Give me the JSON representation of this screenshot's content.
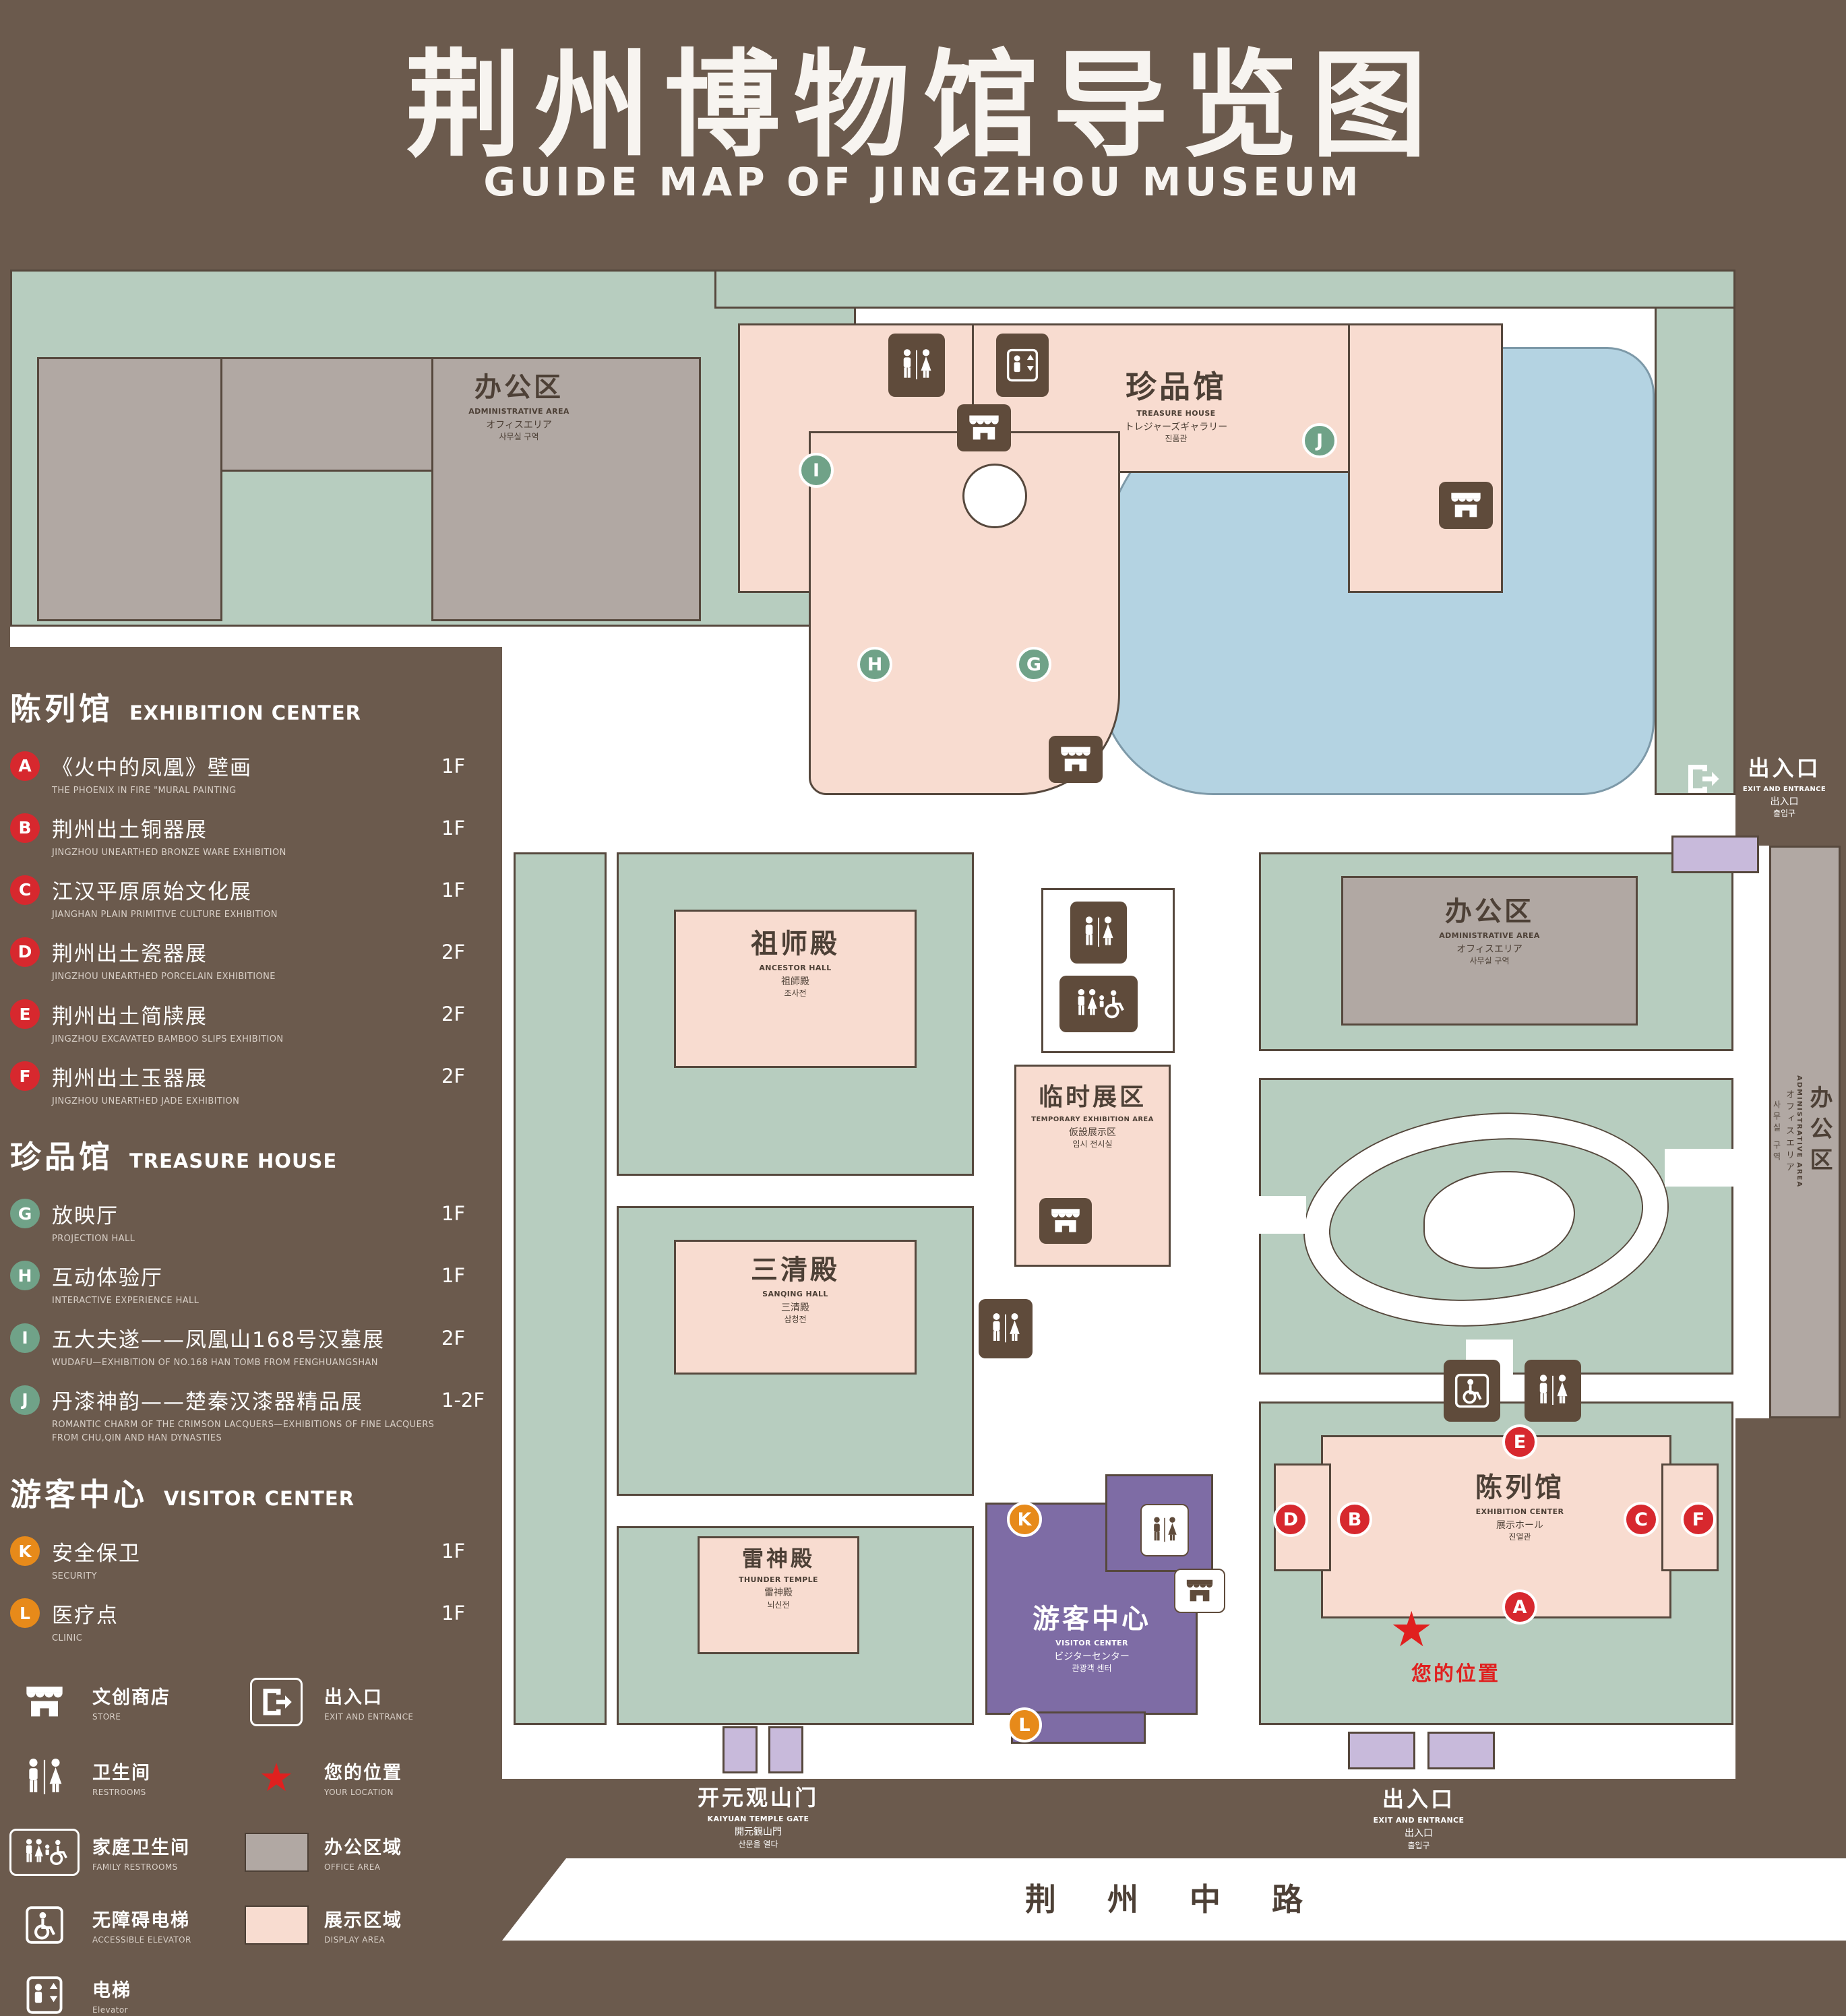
{
  "header": {
    "title_cn": "荆州博物馆导览图",
    "title_en": "GUIDE MAP OF JINGZHOU MUSEUM"
  },
  "sidebar": {
    "sections": [
      {
        "cn": "陈列馆",
        "en": "EXHIBITION CENTER",
        "marker_color": "#d7282e",
        "items": [
          {
            "letter": "A",
            "cn": "《火中的凤凰》壁画",
            "en": "THE PHOENIX IN FIRE \"MURAL PAINTING",
            "floor": "1F"
          },
          {
            "letter": "B",
            "cn": "荆州出土铜器展",
            "en": "JINGZHOU UNEARTHED BRONZE WARE EXHIBITION",
            "floor": "1F"
          },
          {
            "letter": "C",
            "cn": "江汉平原原始文化展",
            "en": "JIANGHAN PLAIN PRIMITIVE CULTURE EXHIBITION",
            "floor": "1F"
          },
          {
            "letter": "D",
            "cn": "荆州出土瓷器展",
            "en": "JINGZHOU UNEARTHED PORCELAIN EXHIBITIONE",
            "floor": "2F"
          },
          {
            "letter": "E",
            "cn": "荆州出土简牍展",
            "en": "JINGZHOU EXCAVATED BAMBOO SLIPS EXHIBITION",
            "floor": "2F"
          },
          {
            "letter": "F",
            "cn": "荆州出土玉器展",
            "en": "JINGZHOU UNEARTHED JADE EXHIBITION",
            "floor": "2F"
          }
        ]
      },
      {
        "cn": "珍品馆",
        "en": "TREASURE HOUSE",
        "marker_color": "#70a288",
        "items": [
          {
            "letter": "G",
            "cn": "放映厅",
            "en": "PROJECTION HALL",
            "floor": "1F"
          },
          {
            "letter": "H",
            "cn": "互动体验厅",
            "en": "INTERACTIVE EXPERIENCE HALL",
            "floor": "1F"
          },
          {
            "letter": "I",
            "cn": "五大夫遂——凤凰山168号汉墓展",
            "en": "WUDAFU—EXHIBITION OF NO.168 HAN TOMB FROM FENGHUANGSHAN",
            "floor": "2F"
          },
          {
            "letter": "J",
            "cn": "丹漆神韵——楚秦汉漆器精品展",
            "en": "ROMANTIC CHARM OF THE CRIMSON LACQUERS—EXHIBITIONS OF FINE LACQUERS FROM CHU,QIN AND HAN DYNASTIES",
            "floor": "1-2F"
          }
        ]
      },
      {
        "cn": "游客中心",
        "en": "VISITOR CENTER",
        "marker_color": "#e78a1a",
        "items": [
          {
            "letter": "K",
            "cn": "安全保卫",
            "en": "SECURITY",
            "floor": "1F"
          },
          {
            "letter": "L",
            "cn": "医疗点",
            "en": "CLINIC",
            "floor": "1F"
          }
        ]
      }
    ],
    "legend": [
      {
        "icon": "store-icon",
        "cn": "文创商店",
        "en": "STORE"
      },
      {
        "icon": "exit-icon",
        "cn": "出入口",
        "en": "EXIT AND ENTRANCE"
      },
      {
        "icon": "restroom-icon",
        "cn": "卫生间",
        "en": "RESTROOMS"
      },
      {
        "icon": "location-star-icon",
        "cn": "您的位置",
        "en": "YOUR LOCATION"
      },
      {
        "icon": "family-restroom-icon",
        "cn": "家庭卫生间",
        "en": "FAMILY RESTROOMS"
      },
      {
        "icon": "office-area-swatch",
        "cn": "办公区域",
        "en": "OFFICE AREA"
      },
      {
        "icon": "accessible-elevator-icon",
        "cn": "无障碍电梯",
        "en": "ACCESSIBLE ELEVATOR"
      },
      {
        "icon": "display-area-swatch",
        "cn": "展示区域",
        "en": "DISPLAY AREA"
      },
      {
        "icon": "elevator-icon",
        "cn": "电梯",
        "en": "Elevator"
      }
    ]
  },
  "map": {
    "labels": {
      "admin_left": {
        "cn": "办公区",
        "en": "ADMINISTRATIVE AREA",
        "jp": "オフィスエリア",
        "kr": "사무실 구역"
      },
      "treasure": {
        "cn": "珍品馆",
        "en": "TREASURE HOUSE",
        "jp": "トレジャーズギャラリー",
        "kr": "진품관"
      },
      "exit_right": {
        "cn": "出入口",
        "en": "EXIT AND ENTRANCE",
        "jp": "出入口",
        "kr": "출입구"
      },
      "admin_right": {
        "cn": "办公区",
        "en": "ADMINISTRATIVE AREA",
        "jp": "オフィスエリア",
        "kr": "사무실 구역"
      },
      "admin_far_right": {
        "cn": "办公区",
        "en": "ADMINISTRATIVE AREA",
        "jp": "オフィスエリア",
        "kr": "사무실 구역"
      },
      "ancestor": {
        "cn": "祖师殿",
        "en": "ANCESTOR HALL",
        "jp": "祖師殿",
        "kr": "조사전"
      },
      "temporary": {
        "cn": "临时展区",
        "en": "TEMPORARY EXHIBITION AREA",
        "jp": "仮設展示区",
        "kr": "임시 전시실"
      },
      "sanqing": {
        "cn": "三清殿",
        "en": "SANQING HALL",
        "jp": "三清殿",
        "kr": "삼청전"
      },
      "thunder": {
        "cn": "雷神殿",
        "en": "THUNDER TEMPLE",
        "jp": "雷神殿",
        "kr": "뇌신전"
      },
      "visitor": {
        "cn": "游客中心",
        "en": "VISITOR CENTER",
        "jp": "ビジターセンター",
        "kr": "관광객 센터"
      },
      "exhibition": {
        "cn": "陈列馆",
        "en": "EXHIBITION CENTER",
        "jp": "展示ホール",
        "kr": "진열관"
      },
      "gate": {
        "cn": "开元观山门",
        "en": "KAIYUAN TEMPLE GATE",
        "jp": "開元観山門",
        "kr": "산문을 열다"
      },
      "exit_bottom": {
        "cn": "出入口",
        "en": "EXIT AND ENTRANCE",
        "jp": "出入口",
        "kr": "출입구"
      },
      "your_location": "您的位置",
      "road": "荆 州 中 路"
    },
    "markers": {
      "treasure": [
        "G",
        "H",
        "I",
        "J"
      ],
      "exhibition": [
        "E",
        "D",
        "B",
        "C",
        "F",
        "A"
      ],
      "visitor": [
        "K",
        "L"
      ]
    }
  },
  "colors": {
    "background": "#6b5a4d",
    "lawn_green": "#b7cdbf",
    "display_area_pink": "#f8dcd0",
    "office_area_gray": "#b1a8a3",
    "visitor_center_purple": "#7e6ca5",
    "pond_blue": "#b4d3e2",
    "gate_lavender": "#c8badb",
    "outline": "#56483d",
    "marker_red": "#d7282e",
    "marker_green": "#70a288",
    "marker_orange": "#e78a1a",
    "icon_box_brown": "#5f4b3b",
    "location_red": "#e0201f"
  }
}
